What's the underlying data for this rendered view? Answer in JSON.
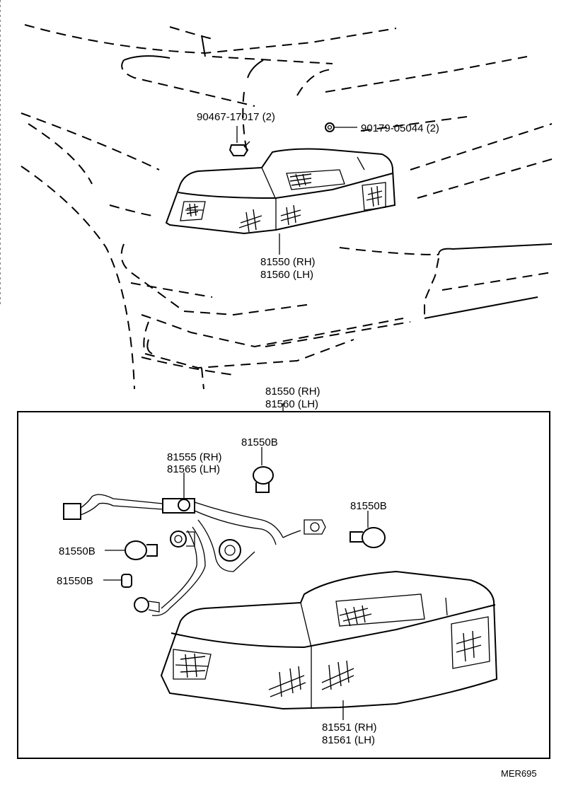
{
  "labels": {
    "clip": "90467-17017 (2)",
    "nut": "90179-05044 (2)",
    "lamp_top_rh": "81550 (RH)",
    "lamp_top_lh": "81560 (LH)",
    "box_rh": "81550 (RH)",
    "box_lh": "81560 (LH)",
    "socket_rh": "81555 (RH)",
    "socket_lh": "81565 (LH)",
    "bulb_top": "81550B",
    "bulb_right": "81550B",
    "bulb_left": "81550B",
    "bulb_small": "81550B",
    "lens_rh": "81551 (RH)",
    "lens_lh": "81561 (LH)",
    "code": "MER695"
  }
}
